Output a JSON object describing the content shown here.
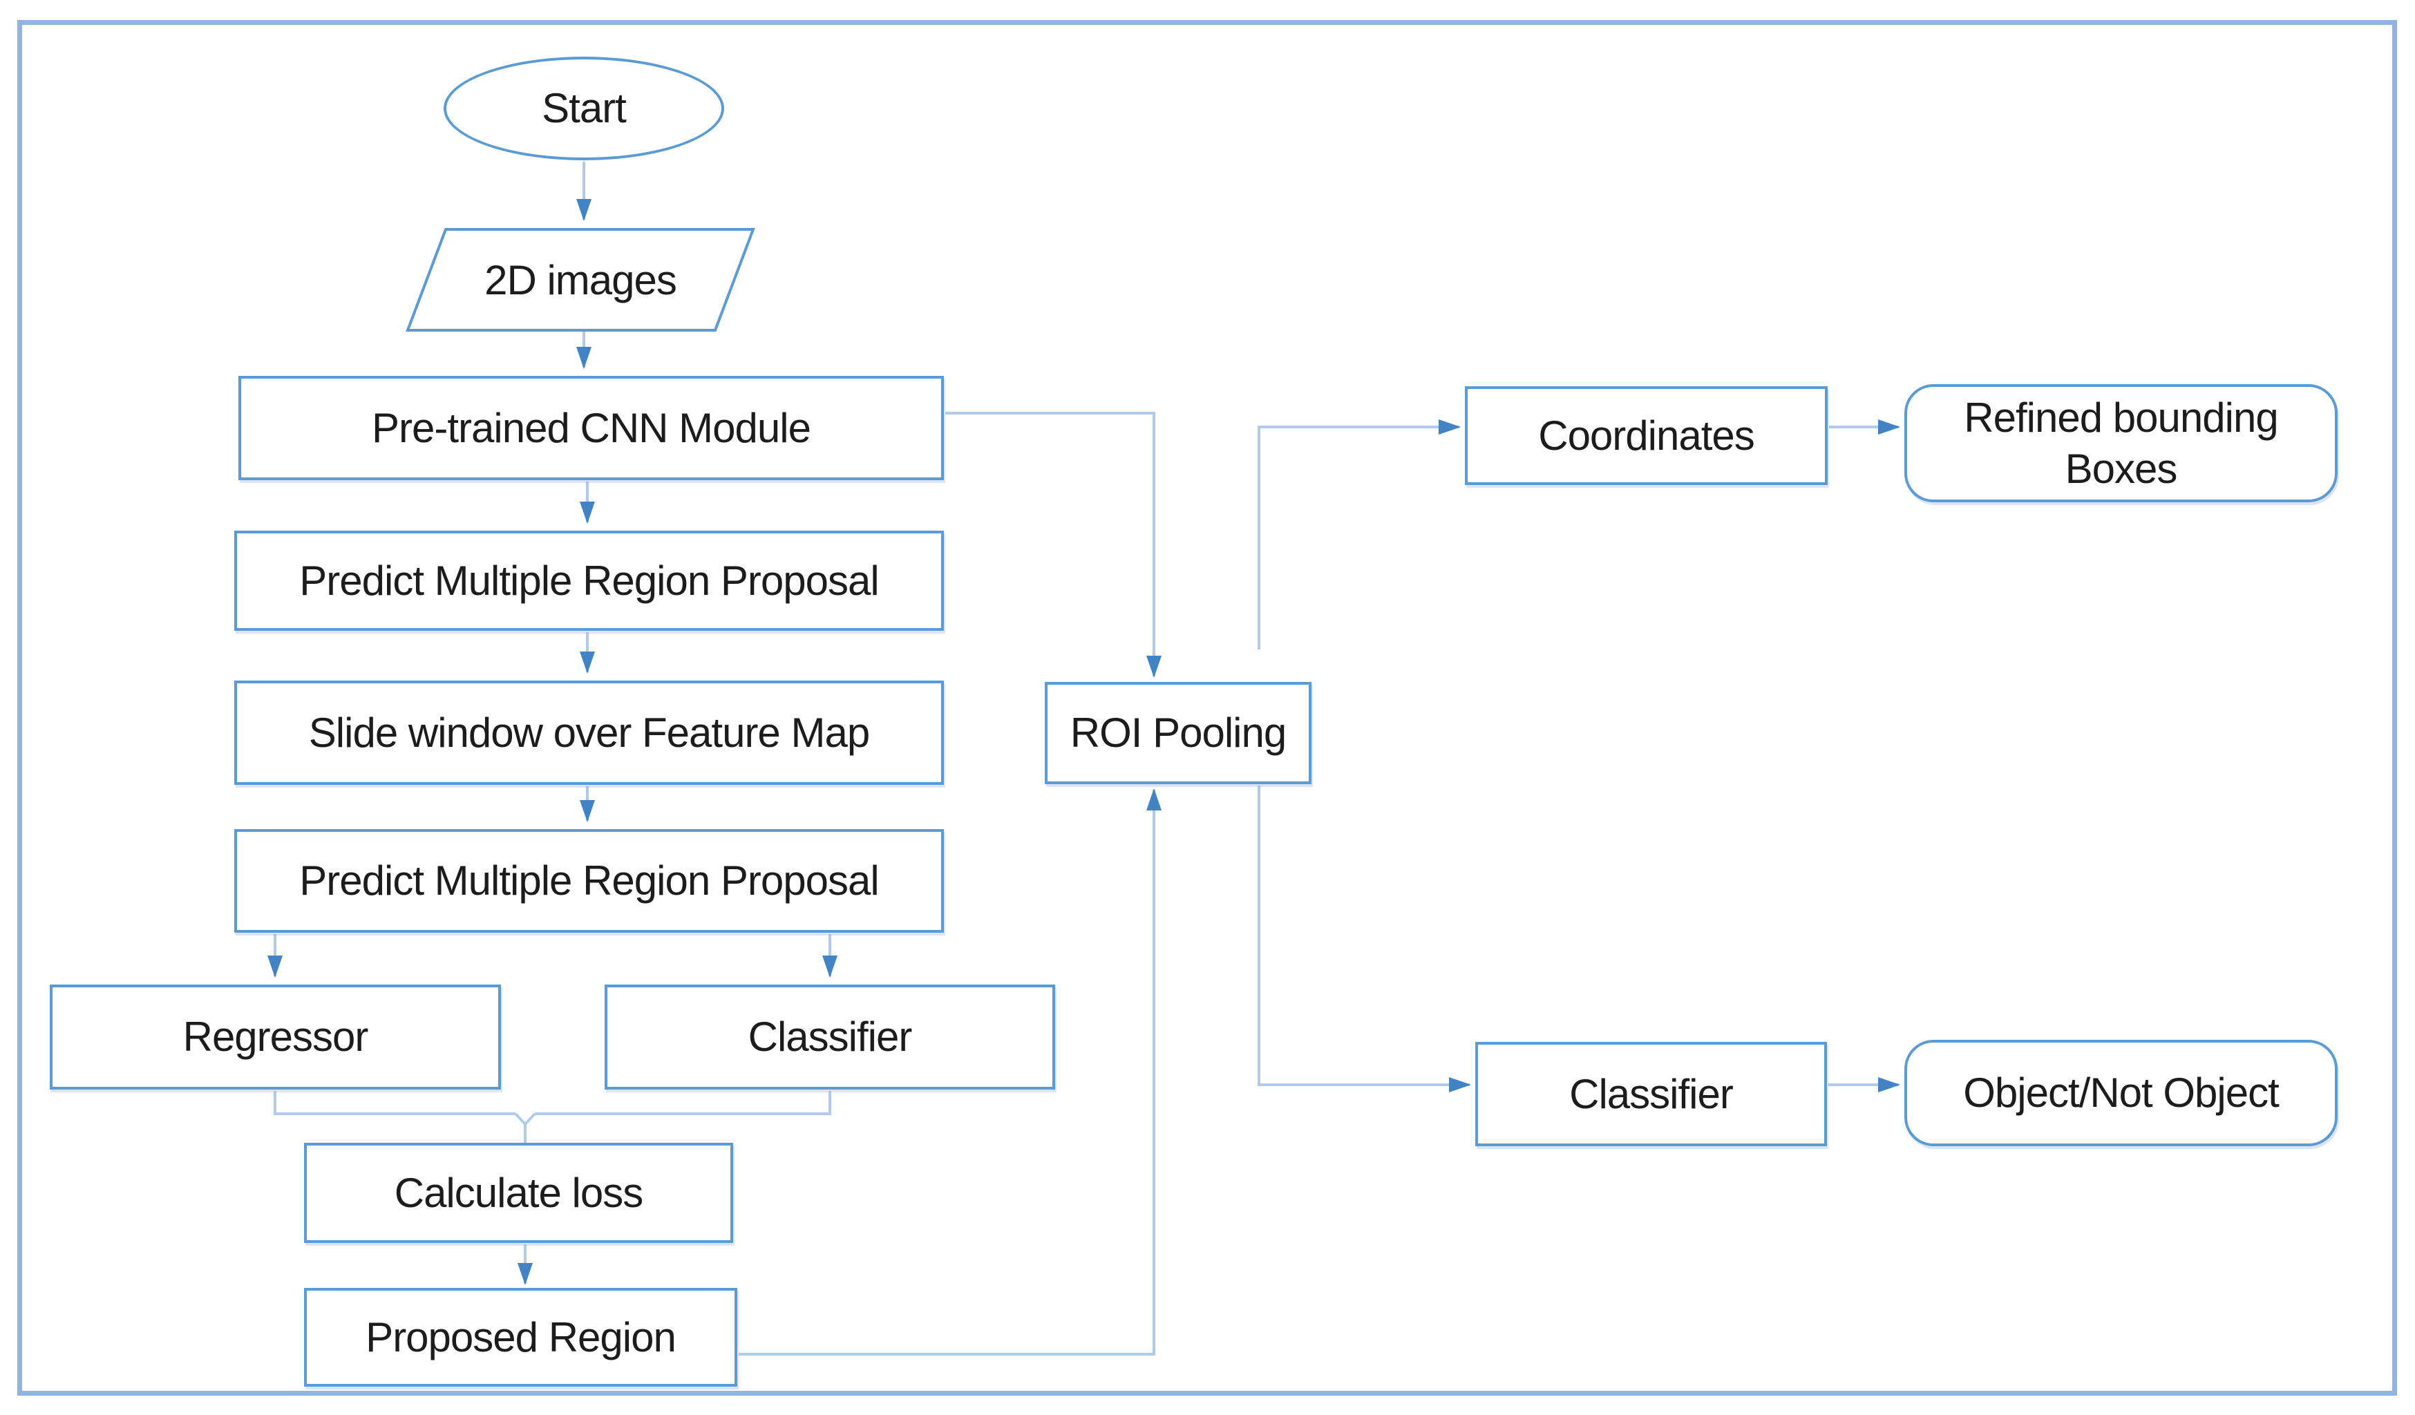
{
  "theme": {
    "canvas_bg": "#ffffff",
    "frame_border": "#8FB4E2",
    "node_border": "#5B9BD5",
    "node_fill": "#ffffff",
    "connector": "#AFCBE9",
    "arrowhead": "#4183C4",
    "text": "#1c1c1c"
  },
  "nodes": {
    "start": {
      "label": "Start",
      "shape": "terminator"
    },
    "images_2d": {
      "label": "2D images",
      "shape": "parallelogram"
    },
    "pretrained_cnn": {
      "label": "Pre-trained CNN Module",
      "shape": "process"
    },
    "predict_region_1": {
      "label": "Predict Multiple Region Proposal",
      "shape": "process"
    },
    "slide_window": {
      "label": "Slide window over Feature Map",
      "shape": "process"
    },
    "predict_region_2": {
      "label": "Predict Multiple Region Proposal",
      "shape": "process"
    },
    "regressor": {
      "label": "Regressor",
      "shape": "process"
    },
    "classifier_left": {
      "label": "Classifier",
      "shape": "process"
    },
    "calculate_loss": {
      "label": "Calculate loss",
      "shape": "process"
    },
    "proposed_region": {
      "label": "Proposed Region",
      "shape": "process"
    },
    "roi_pooling": {
      "label": "ROI Pooling",
      "shape": "process"
    },
    "coordinates": {
      "label": "Coordinates",
      "shape": "process"
    },
    "refined_boxes": {
      "label": "Refined bounding Boxes",
      "shape": "rounded"
    },
    "classifier_right": {
      "label": "Classifier",
      "shape": "process"
    },
    "object_not_object": {
      "label": "Object/Not Object",
      "shape": "rounded"
    }
  },
  "edges": [
    {
      "from": "start",
      "to": "images_2d"
    },
    {
      "from": "images_2d",
      "to": "pretrained_cnn"
    },
    {
      "from": "pretrained_cnn",
      "to": "predict_region_1"
    },
    {
      "from": "predict_region_1",
      "to": "slide_window"
    },
    {
      "from": "slide_window",
      "to": "predict_region_2"
    },
    {
      "from": "predict_region_2",
      "to": "regressor"
    },
    {
      "from": "predict_region_2",
      "to": "classifier_left"
    },
    {
      "from": "regressor",
      "to": "calculate_loss"
    },
    {
      "from": "classifier_left",
      "to": "calculate_loss"
    },
    {
      "from": "calculate_loss",
      "to": "proposed_region"
    },
    {
      "from": "proposed_region",
      "to": "roi_pooling"
    },
    {
      "from": "pretrained_cnn",
      "to": "roi_pooling"
    },
    {
      "from": "roi_pooling",
      "to": "coordinates"
    },
    {
      "from": "coordinates",
      "to": "refined_boxes"
    },
    {
      "from": "roi_pooling",
      "to": "classifier_right"
    },
    {
      "from": "classifier_right",
      "to": "object_not_object"
    }
  ]
}
